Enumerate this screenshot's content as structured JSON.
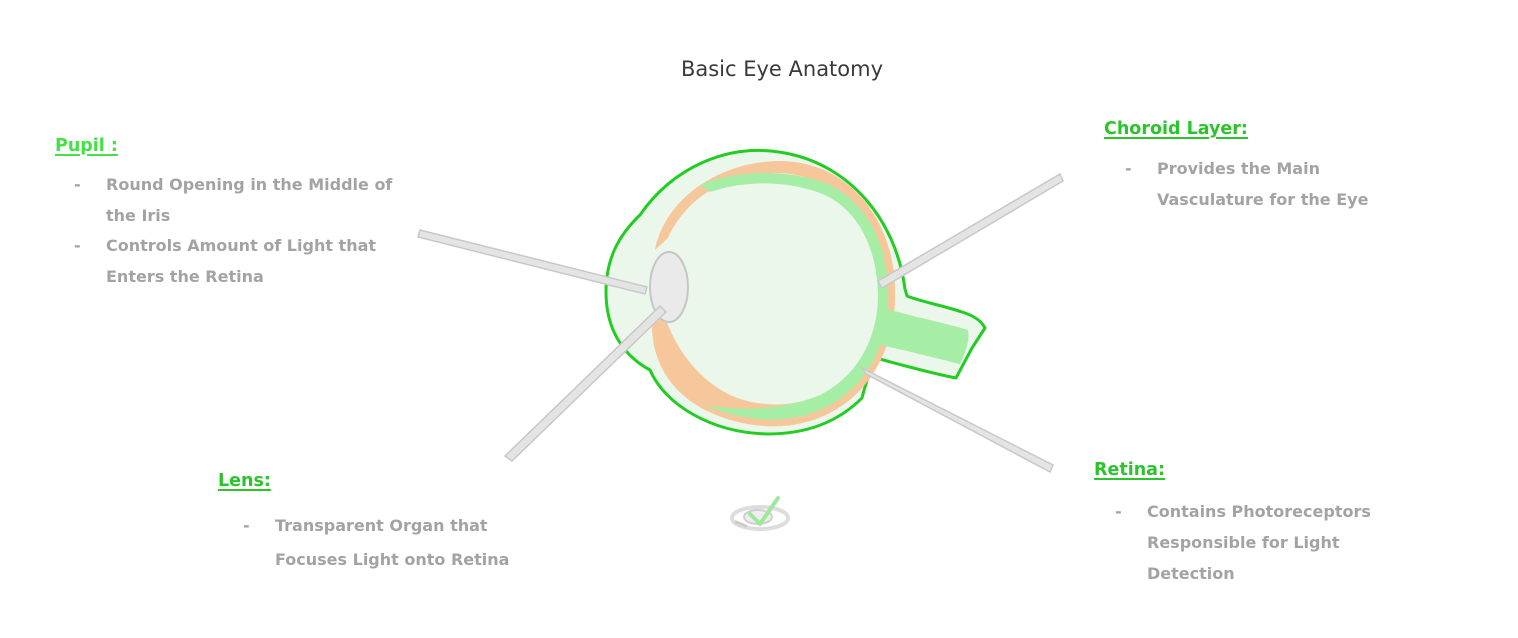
{
  "title": "Basic Eye Anatomy",
  "colors": {
    "outline": "#22cc22",
    "eye_fill": "#ebf7eb",
    "choroid_fill": "#f7c79c",
    "retina_fill": "#a6eea6",
    "lens_fill": "#eaeaea",
    "pointer_fill": "#e4e4e4",
    "text_gray": "#a3a3a3"
  },
  "callouts": {
    "pupil": {
      "heading": "Pupil :",
      "items": [
        "Round Opening in the Middle of the Iris",
        "Controls Amount of Light that Enters the Retina"
      ]
    },
    "choroid": {
      "heading": "Choroid Layer:",
      "items": [
        "Provides the Main Vasculature for the Eye"
      ]
    },
    "lens": {
      "heading": "Lens:",
      "items": [
        "Transparent Organ that Focuses Light onto Retina"
      ]
    },
    "retina": {
      "heading": "Retina:",
      "items": [
        "Contains Photoreceptors Responsible for Light Detection"
      ]
    }
  },
  "bullet_symbol": "-",
  "icons": [
    "eye-check-icon"
  ]
}
